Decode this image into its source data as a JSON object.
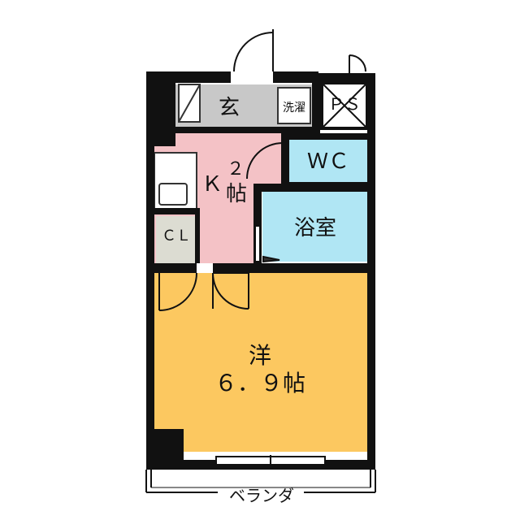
{
  "plan": {
    "rooms": {
      "entrance": {
        "label": "玄",
        "color": "#c8c8c8"
      },
      "laundry": {
        "label": "洗濯"
      },
      "ps": {
        "label": "ＰＳ"
      },
      "kitchen": {
        "label_main": "Ｋ",
        "label_num": "２",
        "label_unit": "帖",
        "color": "#f4c2c6"
      },
      "wc": {
        "label": "ＷＣ",
        "color": "#b0e6f4"
      },
      "bath": {
        "label": "浴室",
        "color": "#b0e6f4"
      },
      "closet": {
        "label": "ＣＬ",
        "color": "#dcdcd2"
      },
      "western": {
        "label": "洋",
        "size": "６．９帖",
        "color": "#fcc860"
      },
      "balcony": {
        "label": "ベランダ"
      }
    },
    "wall_color": "#111111"
  }
}
